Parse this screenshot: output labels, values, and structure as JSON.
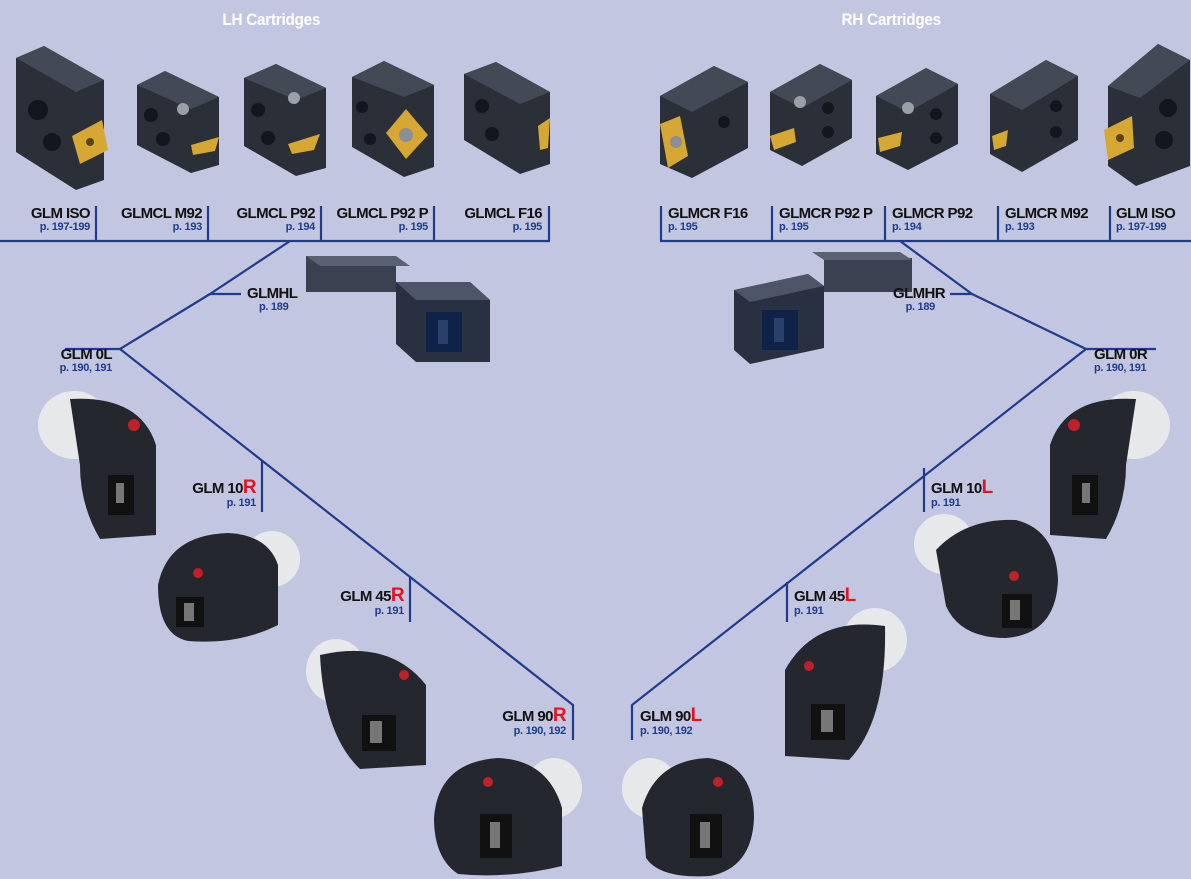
{
  "titles": {
    "lh": "LH Cartridges",
    "rh": "RH Cartridges"
  },
  "lh_cartridges": [
    {
      "name": "GLM ISO",
      "page": "p. 197-199"
    },
    {
      "name": "GLMCL M92",
      "page": "p. 193"
    },
    {
      "name": "GLMCL P92",
      "page": "p. 194"
    },
    {
      "name": "GLMCL P92 P",
      "page": "p. 195"
    },
    {
      "name": "GLMCL F16",
      "page": "p. 195"
    }
  ],
  "rh_cartridges": [
    {
      "name": "GLMCR F16",
      "page": "p. 195"
    },
    {
      "name": "GLMCR P92 P",
      "page": "p. 195"
    },
    {
      "name": "GLMCR P92",
      "page": "p. 194"
    },
    {
      "name": "GLMCR M92",
      "page": "p. 193"
    },
    {
      "name": "GLM ISO",
      "page": "p. 197-199"
    }
  ],
  "holders": {
    "glmhl": {
      "name": "GLMHL",
      "page": "p. 189"
    },
    "glmhr": {
      "name": "GLMHR",
      "page": "p. 189"
    }
  },
  "left_heads": {
    "glm0l": {
      "name": "GLM 0L",
      "page": "p. 190, 191"
    },
    "glm10r": {
      "name": "GLM 10",
      "suffix": "R",
      "page": "p. 191"
    },
    "glm45r": {
      "name": "GLM 45",
      "suffix": "R",
      "page": "p. 191"
    },
    "glm90r": {
      "name": "GLM 90",
      "suffix": "R",
      "page": "p. 190, 192"
    }
  },
  "right_heads": {
    "glm0r": {
      "name": "GLM 0R",
      "page": "p. 190, 191"
    },
    "glm10l": {
      "name": "GLM 10",
      "suffix": "L",
      "page": "p. 191"
    },
    "glm45l": {
      "name": "GLM 45",
      "suffix": "L",
      "page": "p. 191"
    },
    "glm90l": {
      "name": "GLM 90",
      "suffix": "L",
      "page": "p. 190, 192"
    }
  },
  "colors": {
    "line": "#1f3c8c",
    "suffix": "#e3141f",
    "background": "#c2c6e0"
  }
}
